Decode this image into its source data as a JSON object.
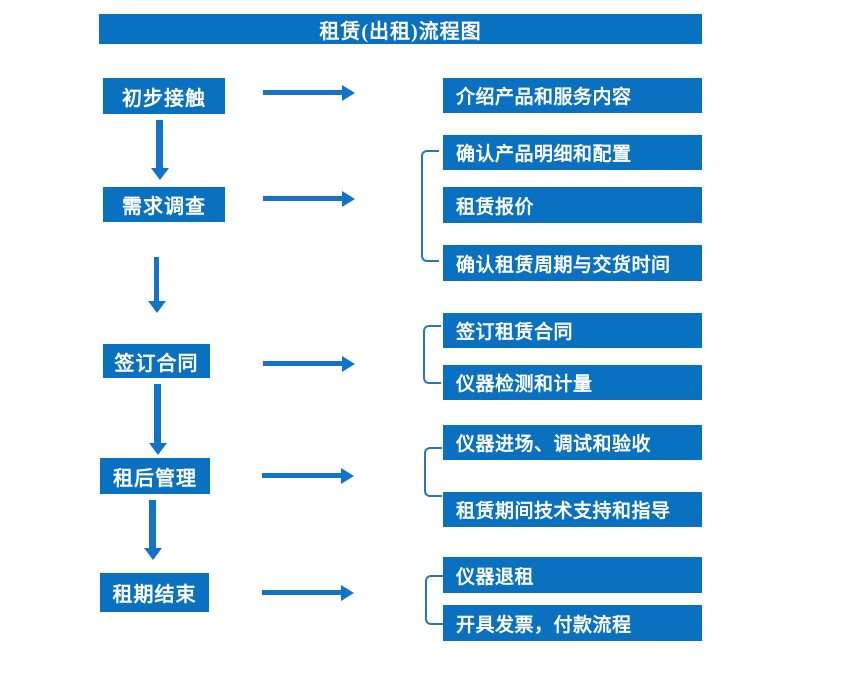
{
  "title": "租赁(出租)流程图",
  "colors": {
    "box": "#0a70c0",
    "arrow": "#1273c8",
    "bracket": "#2e75b6",
    "text": "#ffffff",
    "bg": "#ffffff"
  },
  "steps": [
    {
      "label": "初步接触"
    },
    {
      "label": "需求调查"
    },
    {
      "label": "签订合同"
    },
    {
      "label": "租后管理"
    },
    {
      "label": "租期结束"
    }
  ],
  "details": [
    {
      "label": "介绍产品和服务内容"
    },
    {
      "label": "确认产品明细和配置"
    },
    {
      "label": "租赁报价"
    },
    {
      "label": "确认租赁周期与交货时间"
    },
    {
      "label": "签订租赁合同"
    },
    {
      "label": "仪器检测和计量"
    },
    {
      "label": "仪器进场、调试和验收"
    },
    {
      "label": "租赁期间技术支持和指导"
    },
    {
      "label": "仪器退租"
    },
    {
      "label": "开具发票，付款流程"
    }
  ]
}
